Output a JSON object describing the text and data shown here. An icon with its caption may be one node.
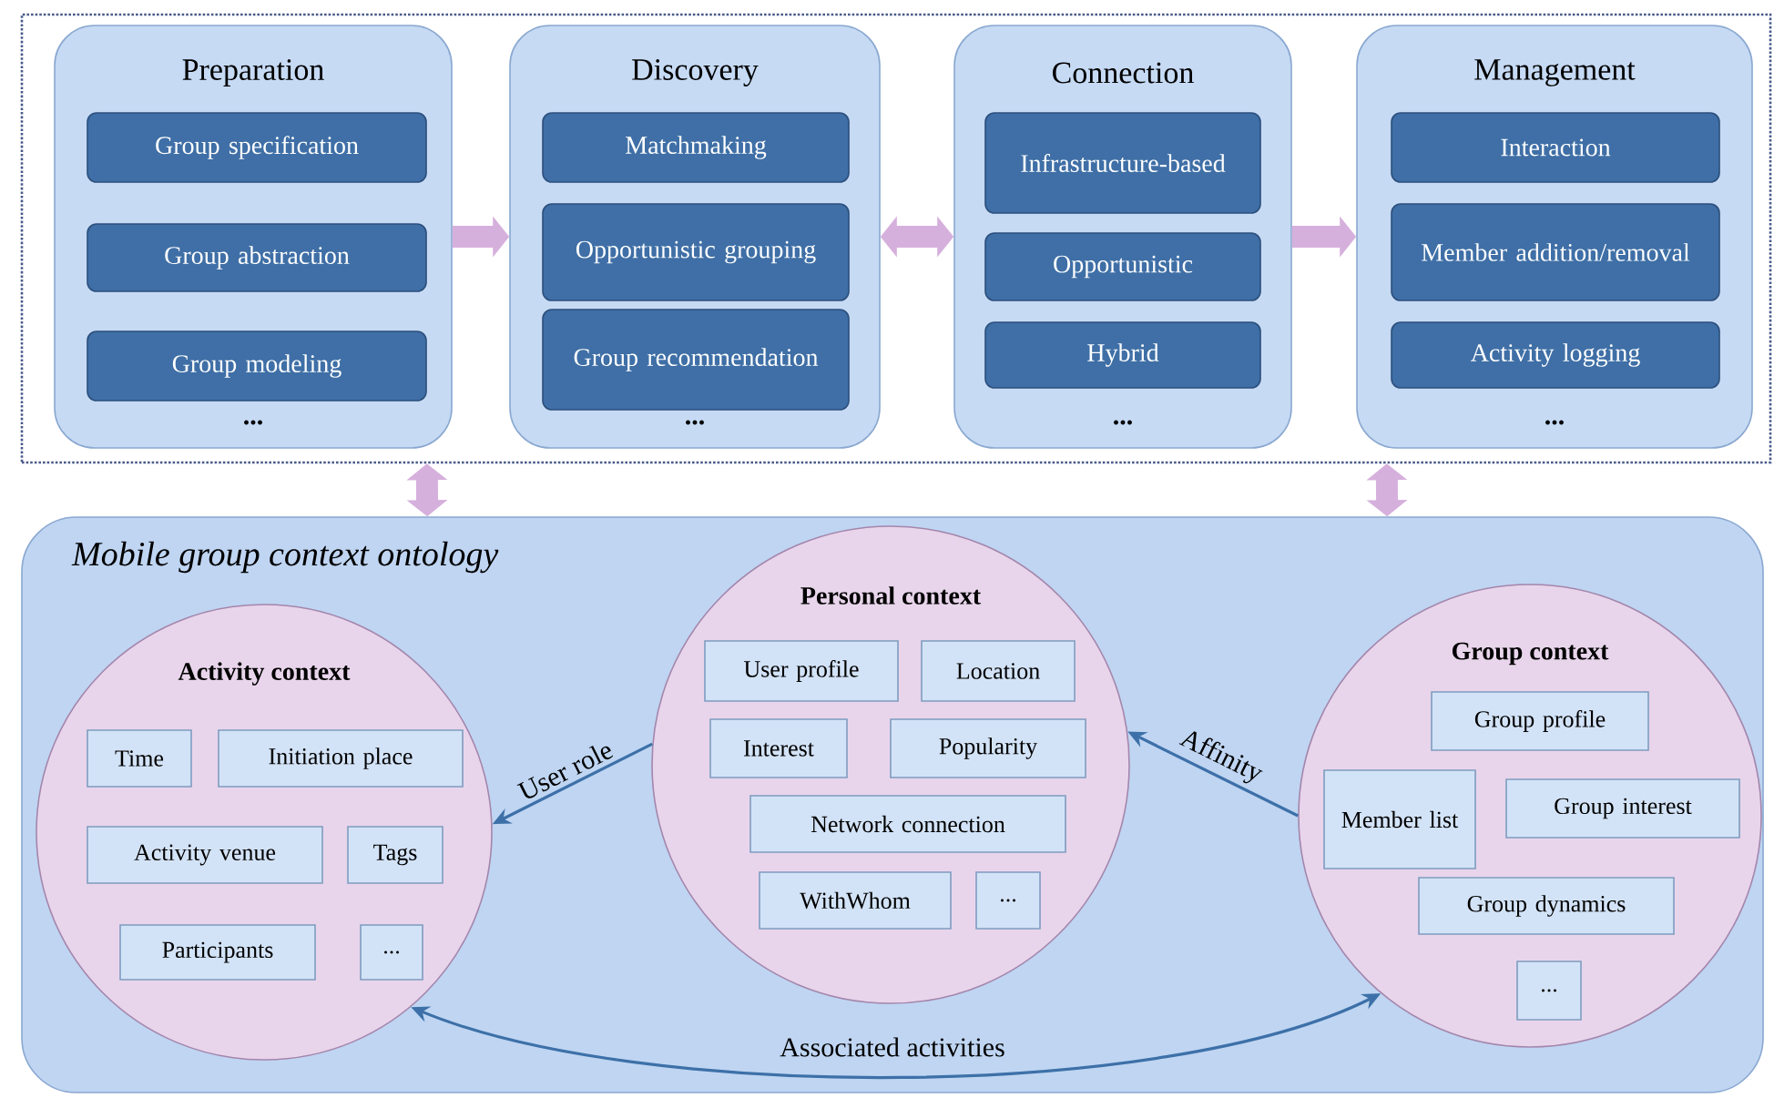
{
  "diagram": {
    "nodes": [
      {
        "text": [],
        "shape": "box"
      },
      {
        "text": [
          "Preparation",
          "..."
        ],
        "in": 0
      },
      {
        "text": [
          "Group specification"
        ],
        "in": 1
      },
      {
        "text": [
          "Group abstraction"
        ],
        "in": 1
      },
      {
        "text": [
          "Group modeling"
        ],
        "in": 1
      },
      {
        "text": [
          "Discovery",
          "..."
        ],
        "in": 0
      },
      {
        "text": [
          "Matchmaking"
        ],
        "in": 5
      },
      {
        "text": [
          "Opportunistic grouping"
        ],
        "in": 5
      },
      {
        "text": [
          "Group recommendation"
        ],
        "in": 5
      },
      {
        "text": [
          "Connection",
          "..."
        ],
        "in": 0
      },
      {
        "text": [
          "Infrastructure-based"
        ],
        "in": 9
      },
      {
        "text": [
          "Opportunistic"
        ],
        "in": 9
      },
      {
        "text": [
          "Hybrid"
        ],
        "in": 9
      },
      {
        "text": [
          "Management",
          "..."
        ],
        "in": 0
      },
      {
        "text": [
          "Interaction"
        ],
        "in": 13
      },
      {
        "text": [
          "Member addition/removal"
        ],
        "in": 13
      },
      {
        "text": [
          "Activity logging"
        ],
        "in": 13
      },
      {
        "text": [
          "Mobile group context ontology"
        ]
      },
      {
        "text": [
          "Activity context"
        ],
        "in": 17
      },
      {
        "text": [
          "Time"
        ],
        "in": 18
      },
      {
        "text": [
          "Initiation place"
        ],
        "in": 18
      },
      {
        "text": [
          "Activity venue"
        ],
        "in": 18
      },
      {
        "text": [
          "Tags"
        ],
        "in": 18
      },
      {
        "text": [
          "Participants"
        ],
        "in": 18
      },
      {
        "text": [
          "..."
        ],
        "in": 18
      },
      {
        "text": [
          "Personal context"
        ],
        "in": 17
      },
      {
        "text": [
          "User profile"
        ],
        "in": 25
      },
      {
        "text": [
          "Location"
        ],
        "in": 25
      },
      {
        "text": [
          "Interest"
        ],
        "in": 25
      },
      {
        "text": [
          "Popularity"
        ],
        "in": 25
      },
      {
        "text": [
          "Network connection"
        ],
        "in": 25
      },
      {
        "text": [
          "WithWhom"
        ],
        "in": 25
      },
      {
        "text": [
          "..."
        ],
        "in": 25
      },
      {
        "text": [
          "Group context"
        ],
        "in": 17
      },
      {
        "text": [
          "Group profile"
        ],
        "in": 33
      },
      {
        "text": [
          "Member list"
        ],
        "in": 33
      },
      {
        "text": [
          "Group interest"
        ],
        "in": 33
      },
      {
        "text": [
          "Group dynamics"
        ],
        "in": 33
      },
      {
        "text": [
          "..."
        ],
        "in": 33
      }
    ],
    "edges": [
      {
        "from": 1,
        "to": 5,
        "arrow": "to"
      },
      {
        "from": 5,
        "to": 9,
        "arrow": "both"
      },
      {
        "from": 9,
        "to": 13,
        "arrow": "to"
      },
      {
        "from": 0,
        "to": 17,
        "arrow": "both"
      },
      {
        "from": 0,
        "to": 17,
        "arrow": "both"
      },
      {
        "from": 25,
        "to": 18,
        "arrow": "to",
        "label": "User role",
        "color": "#3d70a8"
      },
      {
        "from": 33,
        "to": 25,
        "arrow": "to",
        "label": "Affinity",
        "color": "#3d70a8"
      },
      {
        "from": 18,
        "to": 33,
        "arrow": "both",
        "label": "Associated activities",
        "color": "#3d70a8"
      }
    ]
  }
}
